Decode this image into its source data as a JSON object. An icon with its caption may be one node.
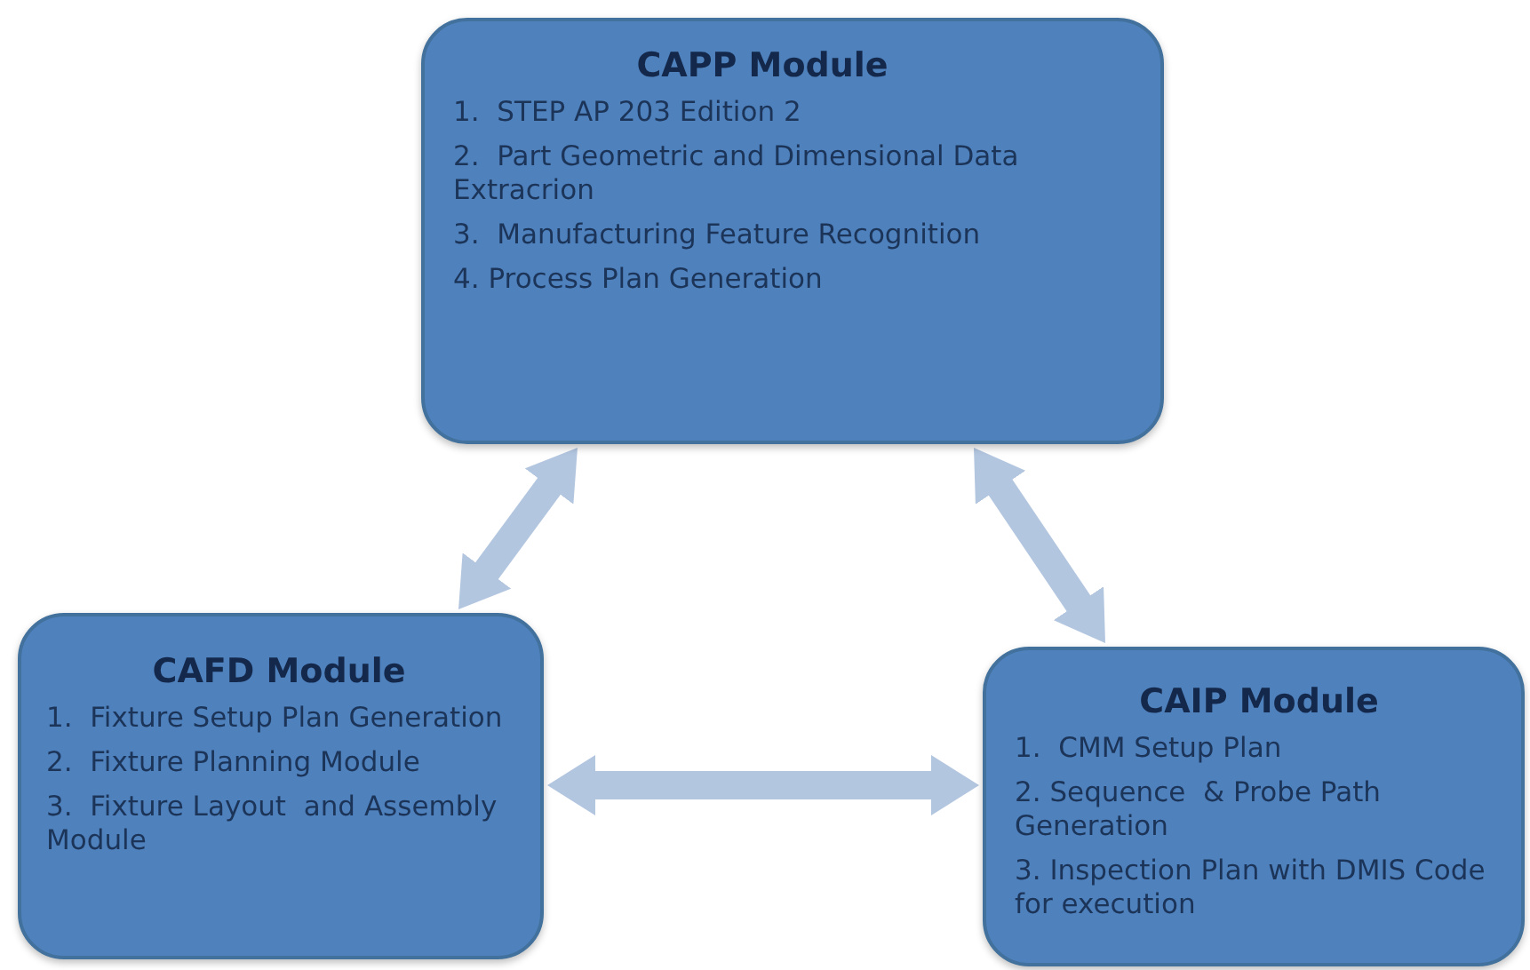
{
  "diagram": {
    "nodes": [
      {
        "text": [
          "CAPP Module",
          "1.  STEP AP 203 Edition 2",
          "2.  Part Geometric and Dimensional Data Extracrion",
          "3.  Manufacturing Feature Recognition",
          "4. Process Plan Generation"
        ]
      },
      {
        "text": [
          "CAFD Module",
          "1.  Fixture Setup Plan Generation",
          "2.  Fixture Planning Module",
          "3.  Fixture Layout  and Assembly Module"
        ]
      },
      {
        "text": [
          "CAIP Module",
          "1.  CMM Setup Plan",
          "2. Sequence  & Probe Path Generation",
          "3. Inspection Plan with DMIS Code for execution"
        ]
      }
    ],
    "edges": [
      {
        "from": 0,
        "to": 1,
        "arrow": "both"
      },
      {
        "from": 0,
        "to": 2,
        "arrow": "both"
      },
      {
        "from": 1,
        "to": 2,
        "arrow": "both"
      }
    ]
  }
}
